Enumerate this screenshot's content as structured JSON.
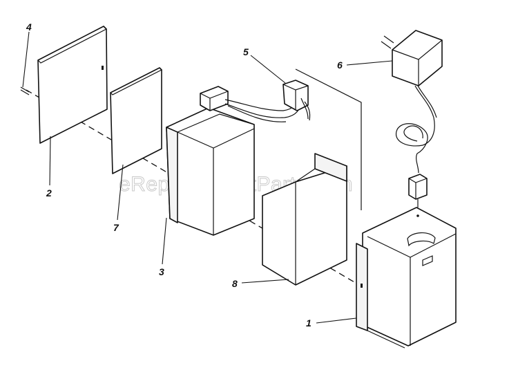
{
  "watermark": "eReplacementParts.com",
  "callouts": [
    {
      "id": "1",
      "label": "1"
    },
    {
      "id": "2",
      "label": "2"
    },
    {
      "id": "3",
      "label": "3"
    },
    {
      "id": "4",
      "label": "4"
    },
    {
      "id": "5",
      "label": "5"
    },
    {
      "id": "6",
      "label": "6"
    },
    {
      "id": "7",
      "label": "7"
    },
    {
      "id": "8",
      "label": "8"
    }
  ],
  "colors": {
    "line": "#111111",
    "background": "#ffffff",
    "watermark": "#c9c9c9"
  }
}
